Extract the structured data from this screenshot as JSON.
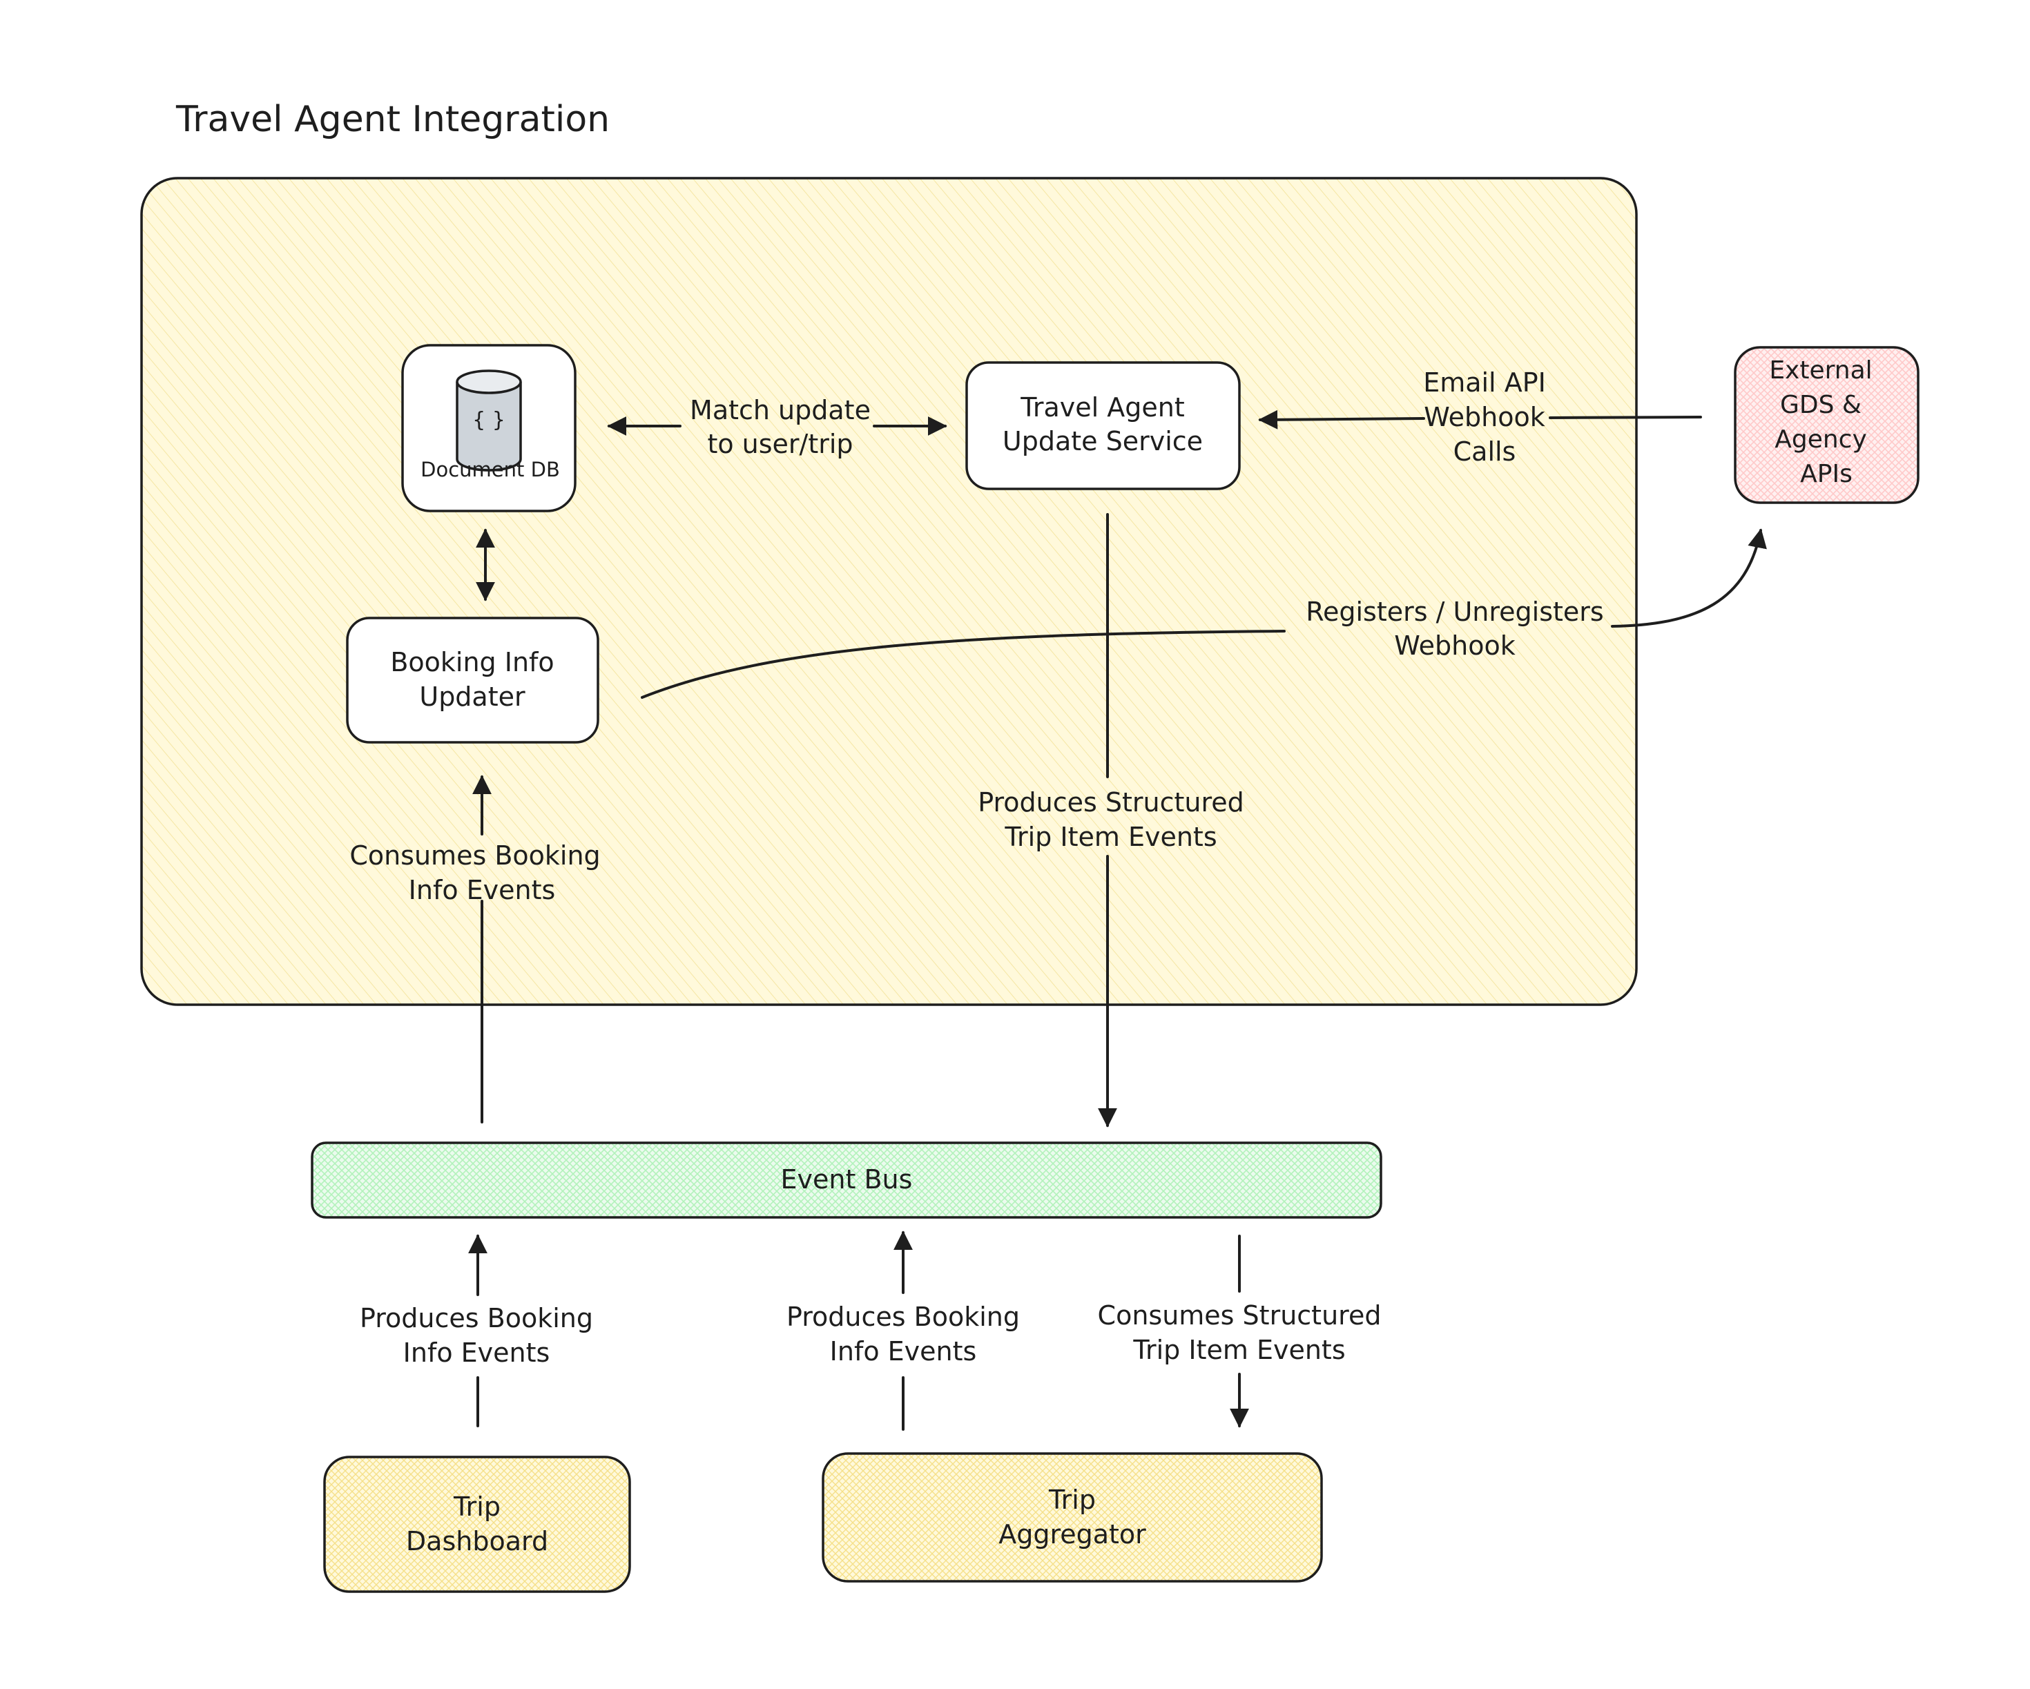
{
  "title": "Travel Agent Integration",
  "colors": {
    "stroke": "#1e1e1e",
    "container_fill": "#fff9db",
    "container_hatch": "#f5e6a3",
    "event_bus_fill": "#ebfbee",
    "event_bus_hatch": "#b2f2bb",
    "external_fill": "#fff0f0",
    "external_hatch": "#ffc9c9",
    "client_fill": "#fff9db",
    "client_hatch": "#f5e08a",
    "db_fill": "#ced4da"
  },
  "nodes": {
    "document_db": {
      "label": "Document DB",
      "icon": "database-icon",
      "icon_text": "{ }"
    },
    "update_service": {
      "line1": "Travel Agent",
      "line2": "Update Service"
    },
    "booking_updater": {
      "line1": "Booking Info",
      "line2": "Updater"
    },
    "external_apis": {
      "line1": "External",
      "line2": "GDS &",
      "line3": "Agency",
      "line4": "APIs"
    },
    "event_bus": {
      "label": "Event Bus"
    },
    "trip_dashboard": {
      "line1": "Trip",
      "line2": "Dashboard"
    },
    "trip_aggregator": {
      "line1": "Trip",
      "line2": "Aggregator"
    }
  },
  "edges": {
    "match_update": {
      "line1": "Match update",
      "line2": "to user/trip"
    },
    "webhook_calls": {
      "line1": "Email API",
      "line2": "Webhook",
      "line3": "Calls"
    },
    "register_webhook": {
      "line1": "Registers / Unregisters",
      "line2": "Webhook"
    },
    "produces_structured": {
      "line1": "Produces Structured",
      "line2": "Trip Item Events"
    },
    "consumes_booking": {
      "line1": "Consumes Booking",
      "line2": "Info Events"
    },
    "dashboard_produces": {
      "line1": "Produces Booking",
      "line2": "Info Events"
    },
    "aggregator_produces": {
      "line1": "Produces Booking",
      "line2": "Info Events"
    },
    "aggregator_consumes": {
      "line1": "Consumes Structured",
      "line2": "Trip Item Events"
    }
  }
}
